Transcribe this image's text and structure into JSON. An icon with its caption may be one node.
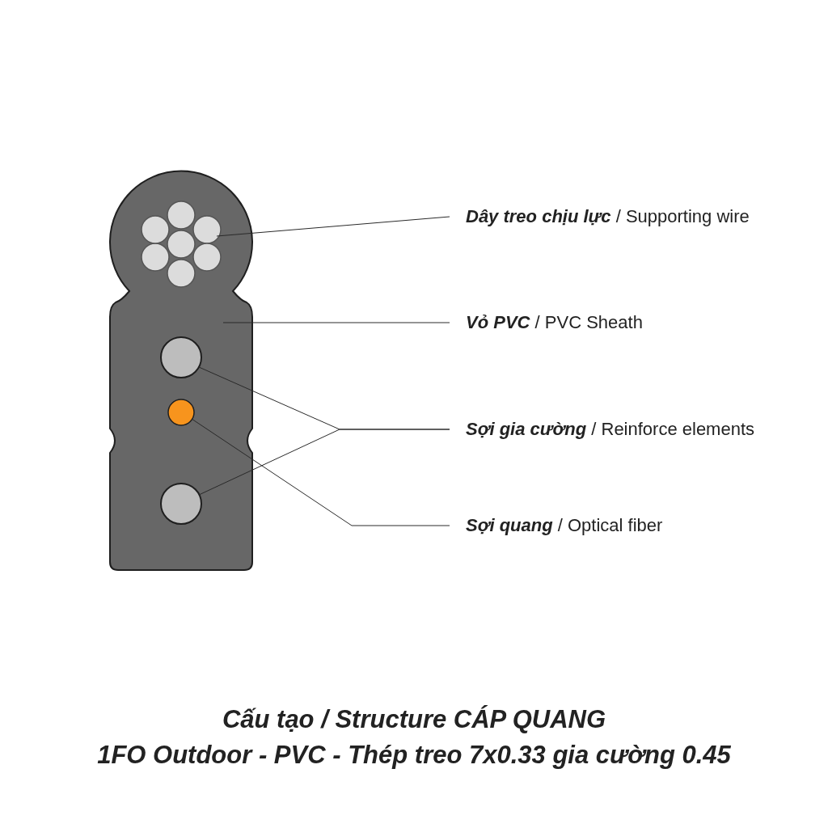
{
  "diagram": {
    "title": "Cấu tạo / Structure CÁP QUANG",
    "caption": "1FO Outdoor - PVC - Thép treo 7x0.33 gia cường 0.45",
    "nodes": [
      {
        "text": [],
        "shape": "box"
      },
      {
        "text": [],
        "shape": "circle",
        "in": 0
      },
      {
        "text": [],
        "shape": "circle",
        "in": 0
      },
      {
        "text": [],
        "shape": "circle",
        "in": 0
      },
      {
        "text": [],
        "shape": "circle",
        "in": 0
      },
      {
        "text": [
          "**Dây treo chịu lực** / Supporting wire"
        ]
      },
      {
        "text": [
          "**Vỏ PVC** / PVC Sheath"
        ]
      },
      {
        "text": [
          "**Sợi gia cường** / Reinforce elements"
        ]
      },
      {
        "text": [
          "**Sợi quang** / Optical fiber"
        ]
      }
    ],
    "edges": [
      {
        "from": 5,
        "to": 1,
        "arrow": "none"
      },
      {
        "from": 6,
        "to": 0,
        "arrow": "none"
      },
      {
        "from": 7,
        "to": 2,
        "arrow": "none"
      },
      {
        "from": 7,
        "to": 4,
        "arrow": "none"
      },
      {
        "from": 8,
        "to": 3,
        "arrow": "none"
      }
    ]
  }
}
